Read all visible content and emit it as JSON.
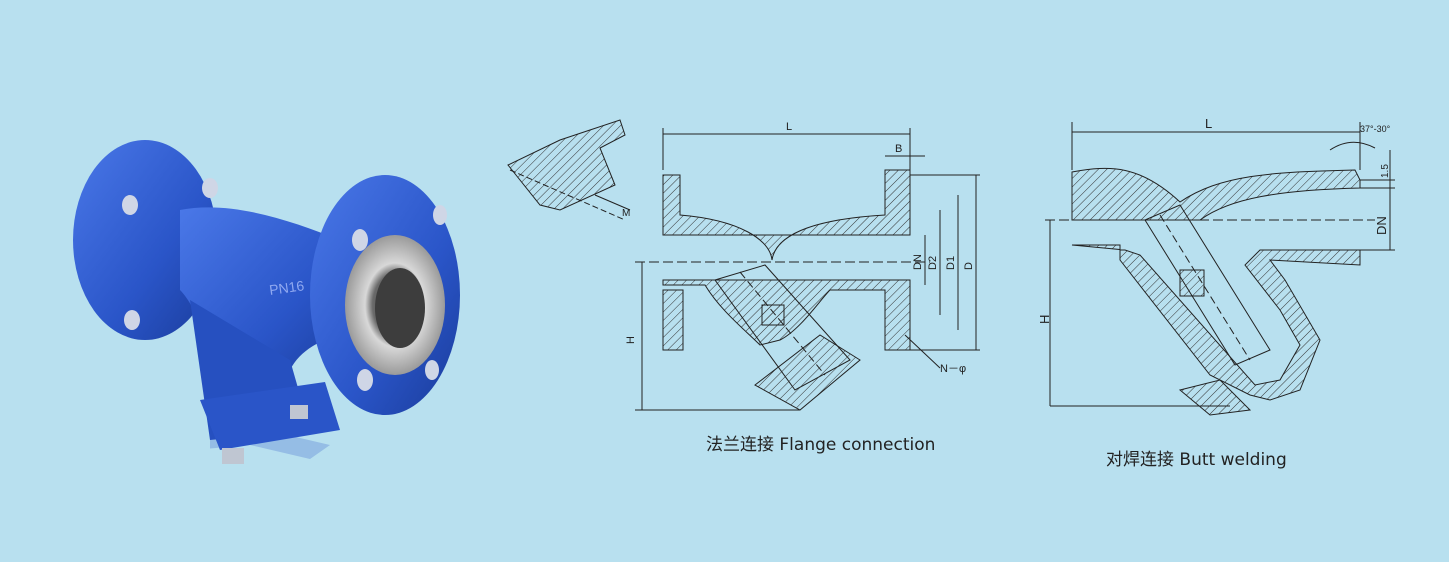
{
  "product_marking": "PN16",
  "captions": {
    "flange": "法兰连接 Flange connection",
    "butt": "对焊连接 Butt welding"
  },
  "flange_dims": {
    "L": "L",
    "B": "B",
    "DN": "DN",
    "D2": "D2",
    "D1": "D1",
    "D": "D",
    "H": "H",
    "N": "N－φ",
    "M": "M"
  },
  "butt_dims": {
    "L": "L",
    "angle": "37°-30°",
    "t": "1.5",
    "DN": "DN",
    "H": "H"
  },
  "colors": {
    "background": "#b8e0ef",
    "valve_blue": "#2a55c8",
    "line": "#222222"
  }
}
